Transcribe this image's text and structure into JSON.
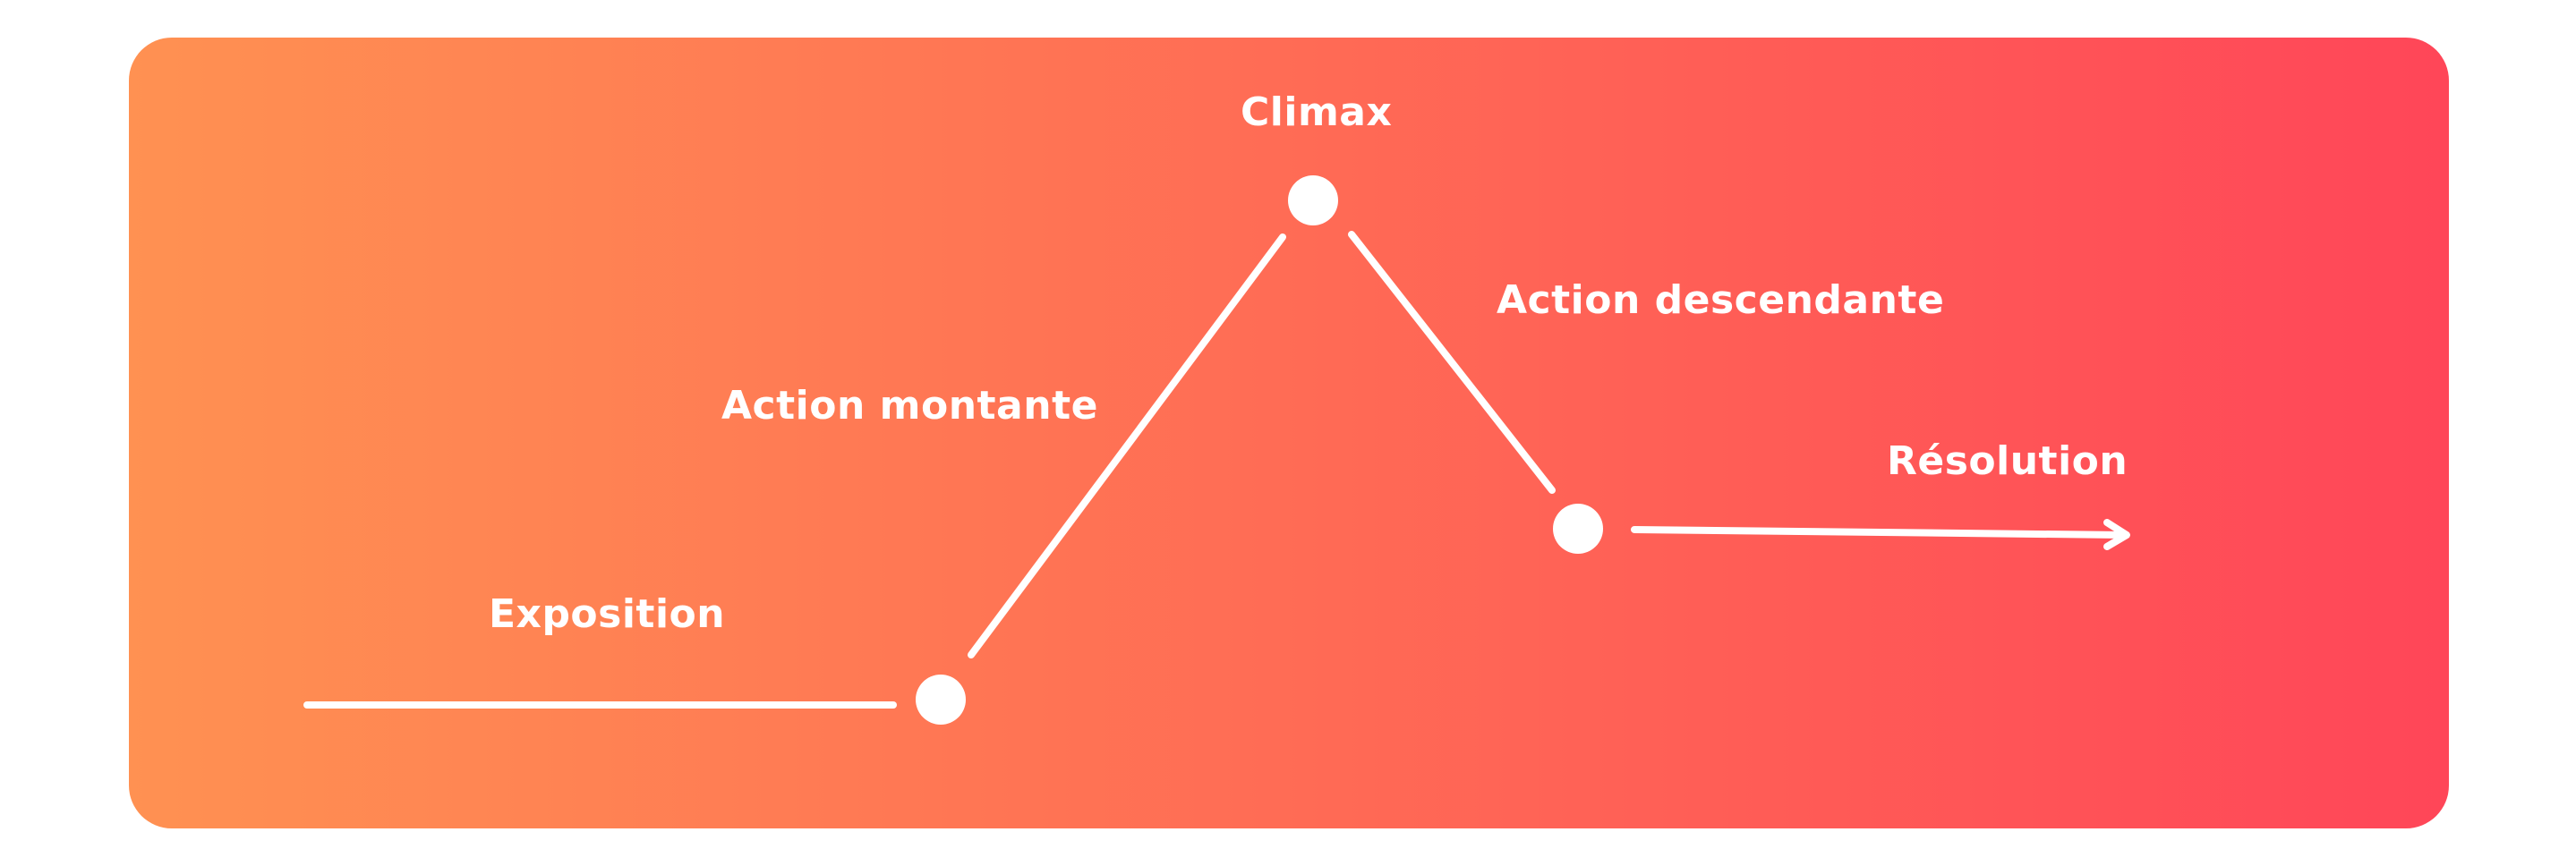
{
  "diagram": {
    "type": "story-arc",
    "stages": [
      {
        "id": "exposition",
        "label": "Exposition"
      },
      {
        "id": "rising",
        "label": "Action montante"
      },
      {
        "id": "climax",
        "label": "Climax"
      },
      {
        "id": "falling",
        "label": "Action descendante"
      },
      {
        "id": "resolution",
        "label": "Résolution"
      }
    ],
    "colors": {
      "gradient_start": "#ff9152",
      "gradient_end": "#ff4658",
      "foreground": "#ffffff"
    }
  }
}
